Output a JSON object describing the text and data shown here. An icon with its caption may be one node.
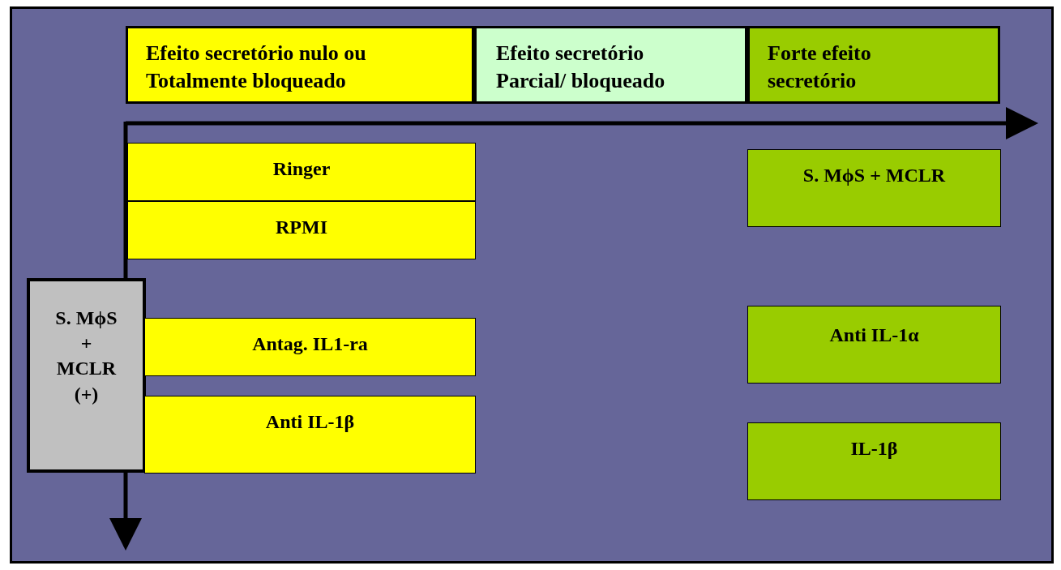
{
  "diagram": {
    "nodes": [
      {
        "text": [
          "Efeito secretório nulo ou Totalmente bloqueado"
        ]
      },
      {
        "text": [
          "Efeito secretório Parcial/ bloqueado"
        ]
      },
      {
        "text": [
          "Forte efeito secretório"
        ]
      },
      {
        "text": [
          "Ringer"
        ]
      },
      {
        "text": [
          "S. MϕS + MCLR"
        ]
      },
      {
        "text": [
          "RPMI"
        ]
      },
      {
        "text": [
          "S. MϕS + MCLR (+)"
        ]
      },
      {
        "text": [
          "Antag. IL1-ra"
        ]
      },
      {
        "text": [
          "Anti IL-1α"
        ]
      },
      {
        "text": [
          "Anti IL-1β"
        ]
      },
      {
        "text": [
          "IL-1β"
        ]
      }
    ],
    "edges": []
  }
}
